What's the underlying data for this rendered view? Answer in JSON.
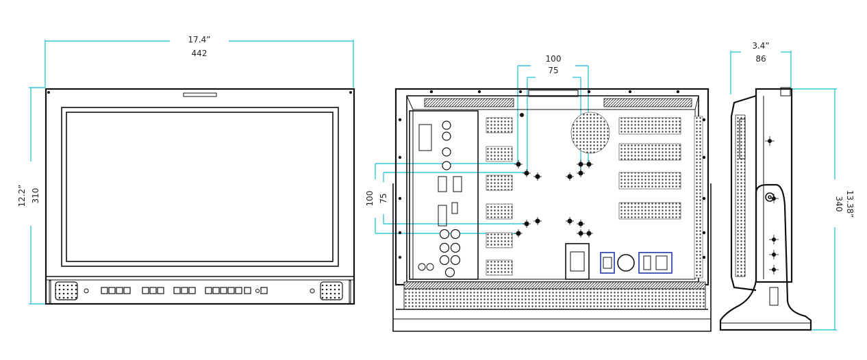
{
  "front_view": {
    "width_in": "17.4”",
    "width_mm": "442",
    "height_in": "12.2”",
    "height_mm": "310"
  },
  "rear_view": {
    "vesa_horizontal_large": "100",
    "vesa_horizontal_small": "75",
    "vesa_vertical_large": "100",
    "vesa_vertical_small": "75"
  },
  "side_view": {
    "depth_in": "3.4”",
    "depth_mm": "86",
    "height_in": "13.38”",
    "height_mm": "340"
  },
  "colors": {
    "dimension_line": "#35c8d8",
    "drawing_line": "#111111",
    "connector_highlight": "#2233aa"
  }
}
